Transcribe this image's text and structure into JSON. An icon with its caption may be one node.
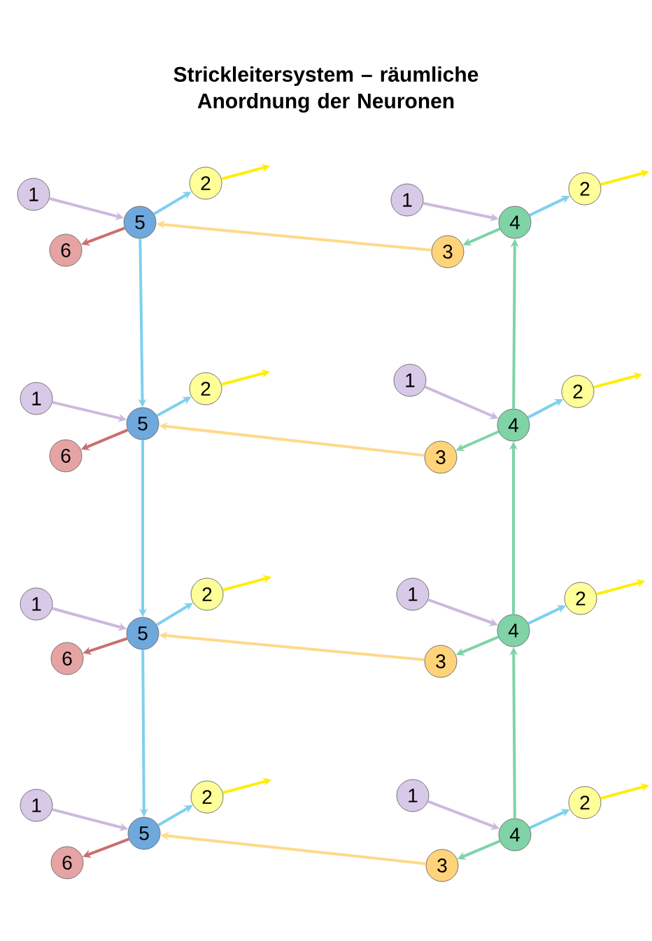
{
  "diagram": {
    "title": "Strickleitersystem – räumliche Anordnung der Neuronen",
    "nodes": [
      {
        "text": [
          "1"
        ]
      },
      {
        "text": [
          "2"
        ]
      },
      {
        "text": [
          "5"
        ]
      },
      {
        "text": [
          "6"
        ]
      },
      {
        "text": [
          "1"
        ]
      },
      {
        "text": [
          "2"
        ]
      },
      {
        "text": [
          "4"
        ]
      },
      {
        "text": [
          "3"
        ]
      },
      {
        "text": [
          "1"
        ]
      },
      {
        "text": [
          "2"
        ]
      },
      {
        "text": [
          "5"
        ]
      },
      {
        "text": [
          "6"
        ]
      },
      {
        "text": [
          "1"
        ]
      },
      {
        "text": [
          "2"
        ]
      },
      {
        "text": [
          "4"
        ]
      },
      {
        "text": [
          "3"
        ]
      },
      {
        "text": [
          "1"
        ]
      },
      {
        "text": [
          "2"
        ]
      },
      {
        "text": [
          "5"
        ]
      },
      {
        "text": [
          "6"
        ]
      },
      {
        "text": [
          "1"
        ]
      },
      {
        "text": [
          "2"
        ]
      },
      {
        "text": [
          "4"
        ]
      },
      {
        "text": [
          "3"
        ]
      },
      {
        "text": [
          "1"
        ]
      },
      {
        "text": [
          "2"
        ]
      },
      {
        "text": [
          "5"
        ]
      },
      {
        "text": [
          "6"
        ]
      },
      {
        "text": [
          "1"
        ]
      },
      {
        "text": [
          "2"
        ]
      },
      {
        "text": [
          "4"
        ]
      },
      {
        "text": [
          "3"
        ]
      }
    ],
    "edges": [
      {
        "from": 0,
        "to": 2,
        "arrow": "to",
        "color": "#cdb9dd"
      },
      {
        "from": 2,
        "to": 1,
        "arrow": "to",
        "color": "#7fd0ee"
      },
      {
        "from": 1,
        "to": null,
        "arrow": "to",
        "color": "#ffee00"
      },
      {
        "from": 2,
        "to": 3,
        "arrow": "to",
        "color": "#c96f6f"
      },
      {
        "from": 4,
        "to": 6,
        "arrow": "to",
        "color": "#cdb9dd"
      },
      {
        "from": 6,
        "to": 5,
        "arrow": "to",
        "color": "#7fd0ee"
      },
      {
        "from": 5,
        "to": null,
        "arrow": "to",
        "color": "#ffee00"
      },
      {
        "from": 6,
        "to": 7,
        "arrow": "to",
        "color": "#7fd3a8"
      },
      {
        "from": 7,
        "to": 2,
        "arrow": "to",
        "color": "#ffd98a"
      },
      {
        "from": 8,
        "to": 10,
        "arrow": "to",
        "color": "#cdb9dd"
      },
      {
        "from": 10,
        "to": 9,
        "arrow": "to",
        "color": "#7fd0ee"
      },
      {
        "from": 9,
        "to": null,
        "arrow": "to",
        "color": "#ffee00"
      },
      {
        "from": 10,
        "to": 11,
        "arrow": "to",
        "color": "#c96f6f"
      },
      {
        "from": 12,
        "to": 14,
        "arrow": "to",
        "color": "#cdb9dd"
      },
      {
        "from": 14,
        "to": 13,
        "arrow": "to",
        "color": "#7fd0ee"
      },
      {
        "from": 13,
        "to": null,
        "arrow": "to",
        "color": "#ffee00"
      },
      {
        "from": 14,
        "to": 15,
        "arrow": "to",
        "color": "#7fd3a8"
      },
      {
        "from": 15,
        "to": 10,
        "arrow": "to",
        "color": "#ffd98a"
      },
      {
        "from": 16,
        "to": 18,
        "arrow": "to",
        "color": "#cdb9dd"
      },
      {
        "from": 18,
        "to": 17,
        "arrow": "to",
        "color": "#7fd0ee"
      },
      {
        "from": 17,
        "to": null,
        "arrow": "to",
        "color": "#ffee00"
      },
      {
        "from": 18,
        "to": 19,
        "arrow": "to",
        "color": "#c96f6f"
      },
      {
        "from": 20,
        "to": 22,
        "arrow": "to",
        "color": "#cdb9dd"
      },
      {
        "from": 22,
        "to": 21,
        "arrow": "to",
        "color": "#7fd0ee"
      },
      {
        "from": 21,
        "to": null,
        "arrow": "to",
        "color": "#ffee00"
      },
      {
        "from": 22,
        "to": 23,
        "arrow": "to",
        "color": "#7fd3a8"
      },
      {
        "from": 23,
        "to": 18,
        "arrow": "to",
        "color": "#ffd98a"
      },
      {
        "from": 24,
        "to": 26,
        "arrow": "to",
        "color": "#cdb9dd"
      },
      {
        "from": 26,
        "to": 25,
        "arrow": "to",
        "color": "#7fd0ee"
      },
      {
        "from": 25,
        "to": null,
        "arrow": "to",
        "color": "#ffee00"
      },
      {
        "from": 26,
        "to": 27,
        "arrow": "to",
        "color": "#c96f6f"
      },
      {
        "from": 28,
        "to": 30,
        "arrow": "to",
        "color": "#cdb9dd"
      },
      {
        "from": 30,
        "to": 29,
        "arrow": "to",
        "color": "#7fd0ee"
      },
      {
        "from": 29,
        "to": null,
        "arrow": "to",
        "color": "#ffee00"
      },
      {
        "from": 30,
        "to": 31,
        "arrow": "to",
        "color": "#7fd3a8"
      },
      {
        "from": 31,
        "to": 26,
        "arrow": "to",
        "color": "#ffd98a"
      },
      {
        "from": 2,
        "to": 10,
        "arrow": "to",
        "color": "#7fd0ee"
      },
      {
        "from": 10,
        "to": 18,
        "arrow": "to",
        "color": "#7fd0ee"
      },
      {
        "from": 18,
        "to": 26,
        "arrow": "to",
        "color": "#7fd0ee"
      },
      {
        "from": 14,
        "to": 6,
        "arrow": "to",
        "color": "#7fd3a8"
      },
      {
        "from": 22,
        "to": 14,
        "arrow": "to",
        "color": "#7fd3a8"
      },
      {
        "from": 30,
        "to": 22,
        "arrow": "to",
        "color": "#7fd3a8"
      }
    ]
  }
}
